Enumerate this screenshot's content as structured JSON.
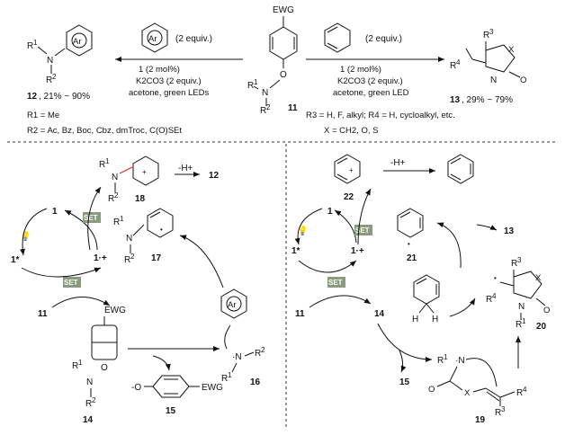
{
  "top": {
    "reactant_top_label": "EWG",
    "reactant_id": "11",
    "left": {
      "arene_ring_label": "Ar",
      "arene_equiv": "(2 equiv.)",
      "catalyst": "1 (2 mol%)",
      "base": "K2CO3 (2 equiv.)",
      "solvent_light": "acetone, green LEDs",
      "product_id": "12",
      "product_yield": ", 21% ~ 90%",
      "r1_def": "R1 = Me",
      "r2_def": "R2 = Ac, Bz, Boc, Cbz, dmTroc, C(O)SEt"
    },
    "right": {
      "diene_equiv": "(2 equiv.)",
      "catalyst": "1 (2 mol%)",
      "base": "K2CO3 (2 equiv.)",
      "solvent_light": "acetone, green LED",
      "product_id": "13",
      "product_yield": ", 29% ~ 79%",
      "r_defs": "R3 = H, F, alkyl; R4 = H, cycloalkyl, etc.",
      "x_def": "X = CH2, O, S"
    }
  },
  "left_cycle": {
    "cat": "1",
    "cat_excited": "1*",
    "cat_radical_cation": "1·+",
    "set_label": "SET",
    "substrate": "11",
    "ewg": "EWG",
    "int14": "14",
    "phenoxide": "-O",
    "phenoxide_ewg": "EWG",
    "int15": "15",
    "int16": "16",
    "int17": "17",
    "int18": "18",
    "deprotonation": "-H+",
    "product": "12",
    "arene_label": "Ar"
  },
  "right_cycle": {
    "cat": "1",
    "cat_excited": "1*",
    "cat_radical_cation": "1·+",
    "set_label": "SET",
    "substrate": "11",
    "int14": "14",
    "int15": "15",
    "int19": "19",
    "int20": "20",
    "int21": "21",
    "int22": "22",
    "deprotonation": "-H+",
    "product": "13"
  }
}
